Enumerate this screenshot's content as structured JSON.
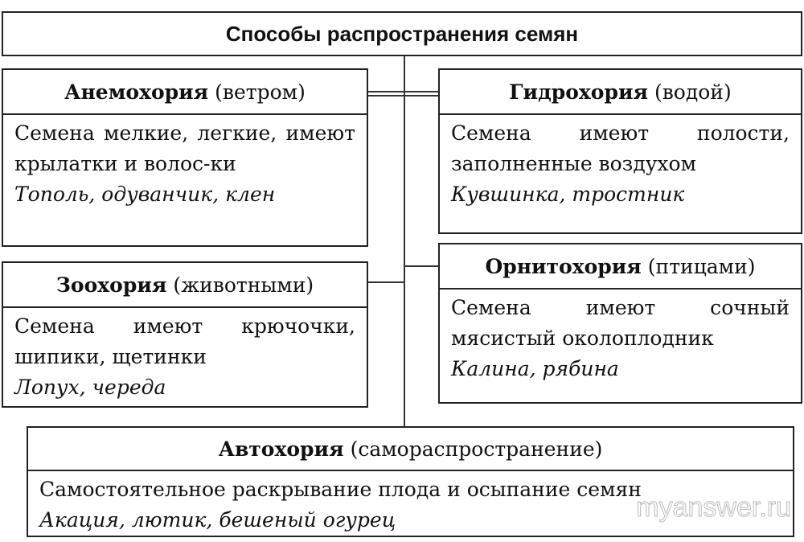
{
  "title": "Способы распространения семян",
  "anemochory": {
    "name": "Анемохория",
    "note": "(ветром)",
    "description": "Семена мелкие, легкие, имеют крылатки и волос-ки",
    "examples": "Тополь, одуванчик, клен"
  },
  "hydrochory": {
    "name": "Гидрохория",
    "note": "(водой)",
    "description": "Семена имеют полости, заполненные воздухом",
    "examples": "Кувшинка, тростник"
  },
  "zoochory": {
    "name": "Зоохория",
    "note": "(животными)",
    "description": "Семена имеют крючочки, шипики, щетинки",
    "examples": "Лопух, череда"
  },
  "ornithochory": {
    "name": "Орнитохория",
    "note": "(птицами)",
    "description": "Семена имеют сочный мясистый околоплодник",
    "examples": "Калина, рябина"
  },
  "autochory": {
    "name": "Автохория",
    "note": "(самораспространение)",
    "description": "Самостоятельное раскрывание плода и осыпание семян",
    "examples": "Акация, лютик, бешеный огурец"
  },
  "watermark": "myanswer.ru"
}
